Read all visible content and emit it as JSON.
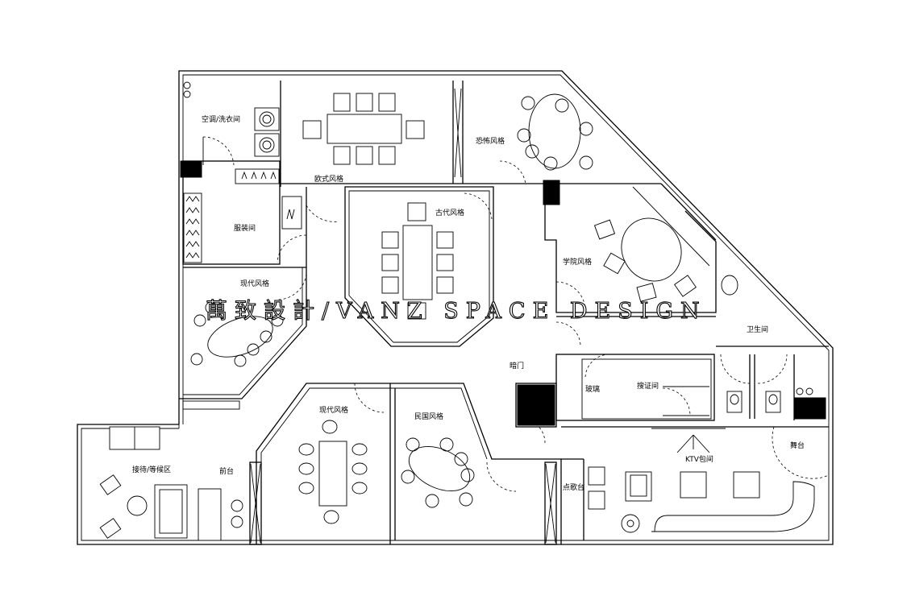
{
  "rooms": {
    "ac_laundry": "空调/洗衣间",
    "european": "欧式风格",
    "horror": "恐怖风格",
    "ancient": "古代风格",
    "costume": "服装间",
    "academy": "学院风格",
    "modern_top": "现代风格",
    "secret_door": "暗门",
    "restroom": "卫生间",
    "glass": "玻璃",
    "search_room": "搜证间",
    "modern_bottom": "现代风格",
    "republic": "民国风格",
    "stage": "舞台",
    "ktv": "KTV包间",
    "reception": "接待/等候区",
    "front_desk": "前台",
    "song_station": "点歌台"
  },
  "watermark": "萬致設計/VANZ SPACE DESIGN"
}
